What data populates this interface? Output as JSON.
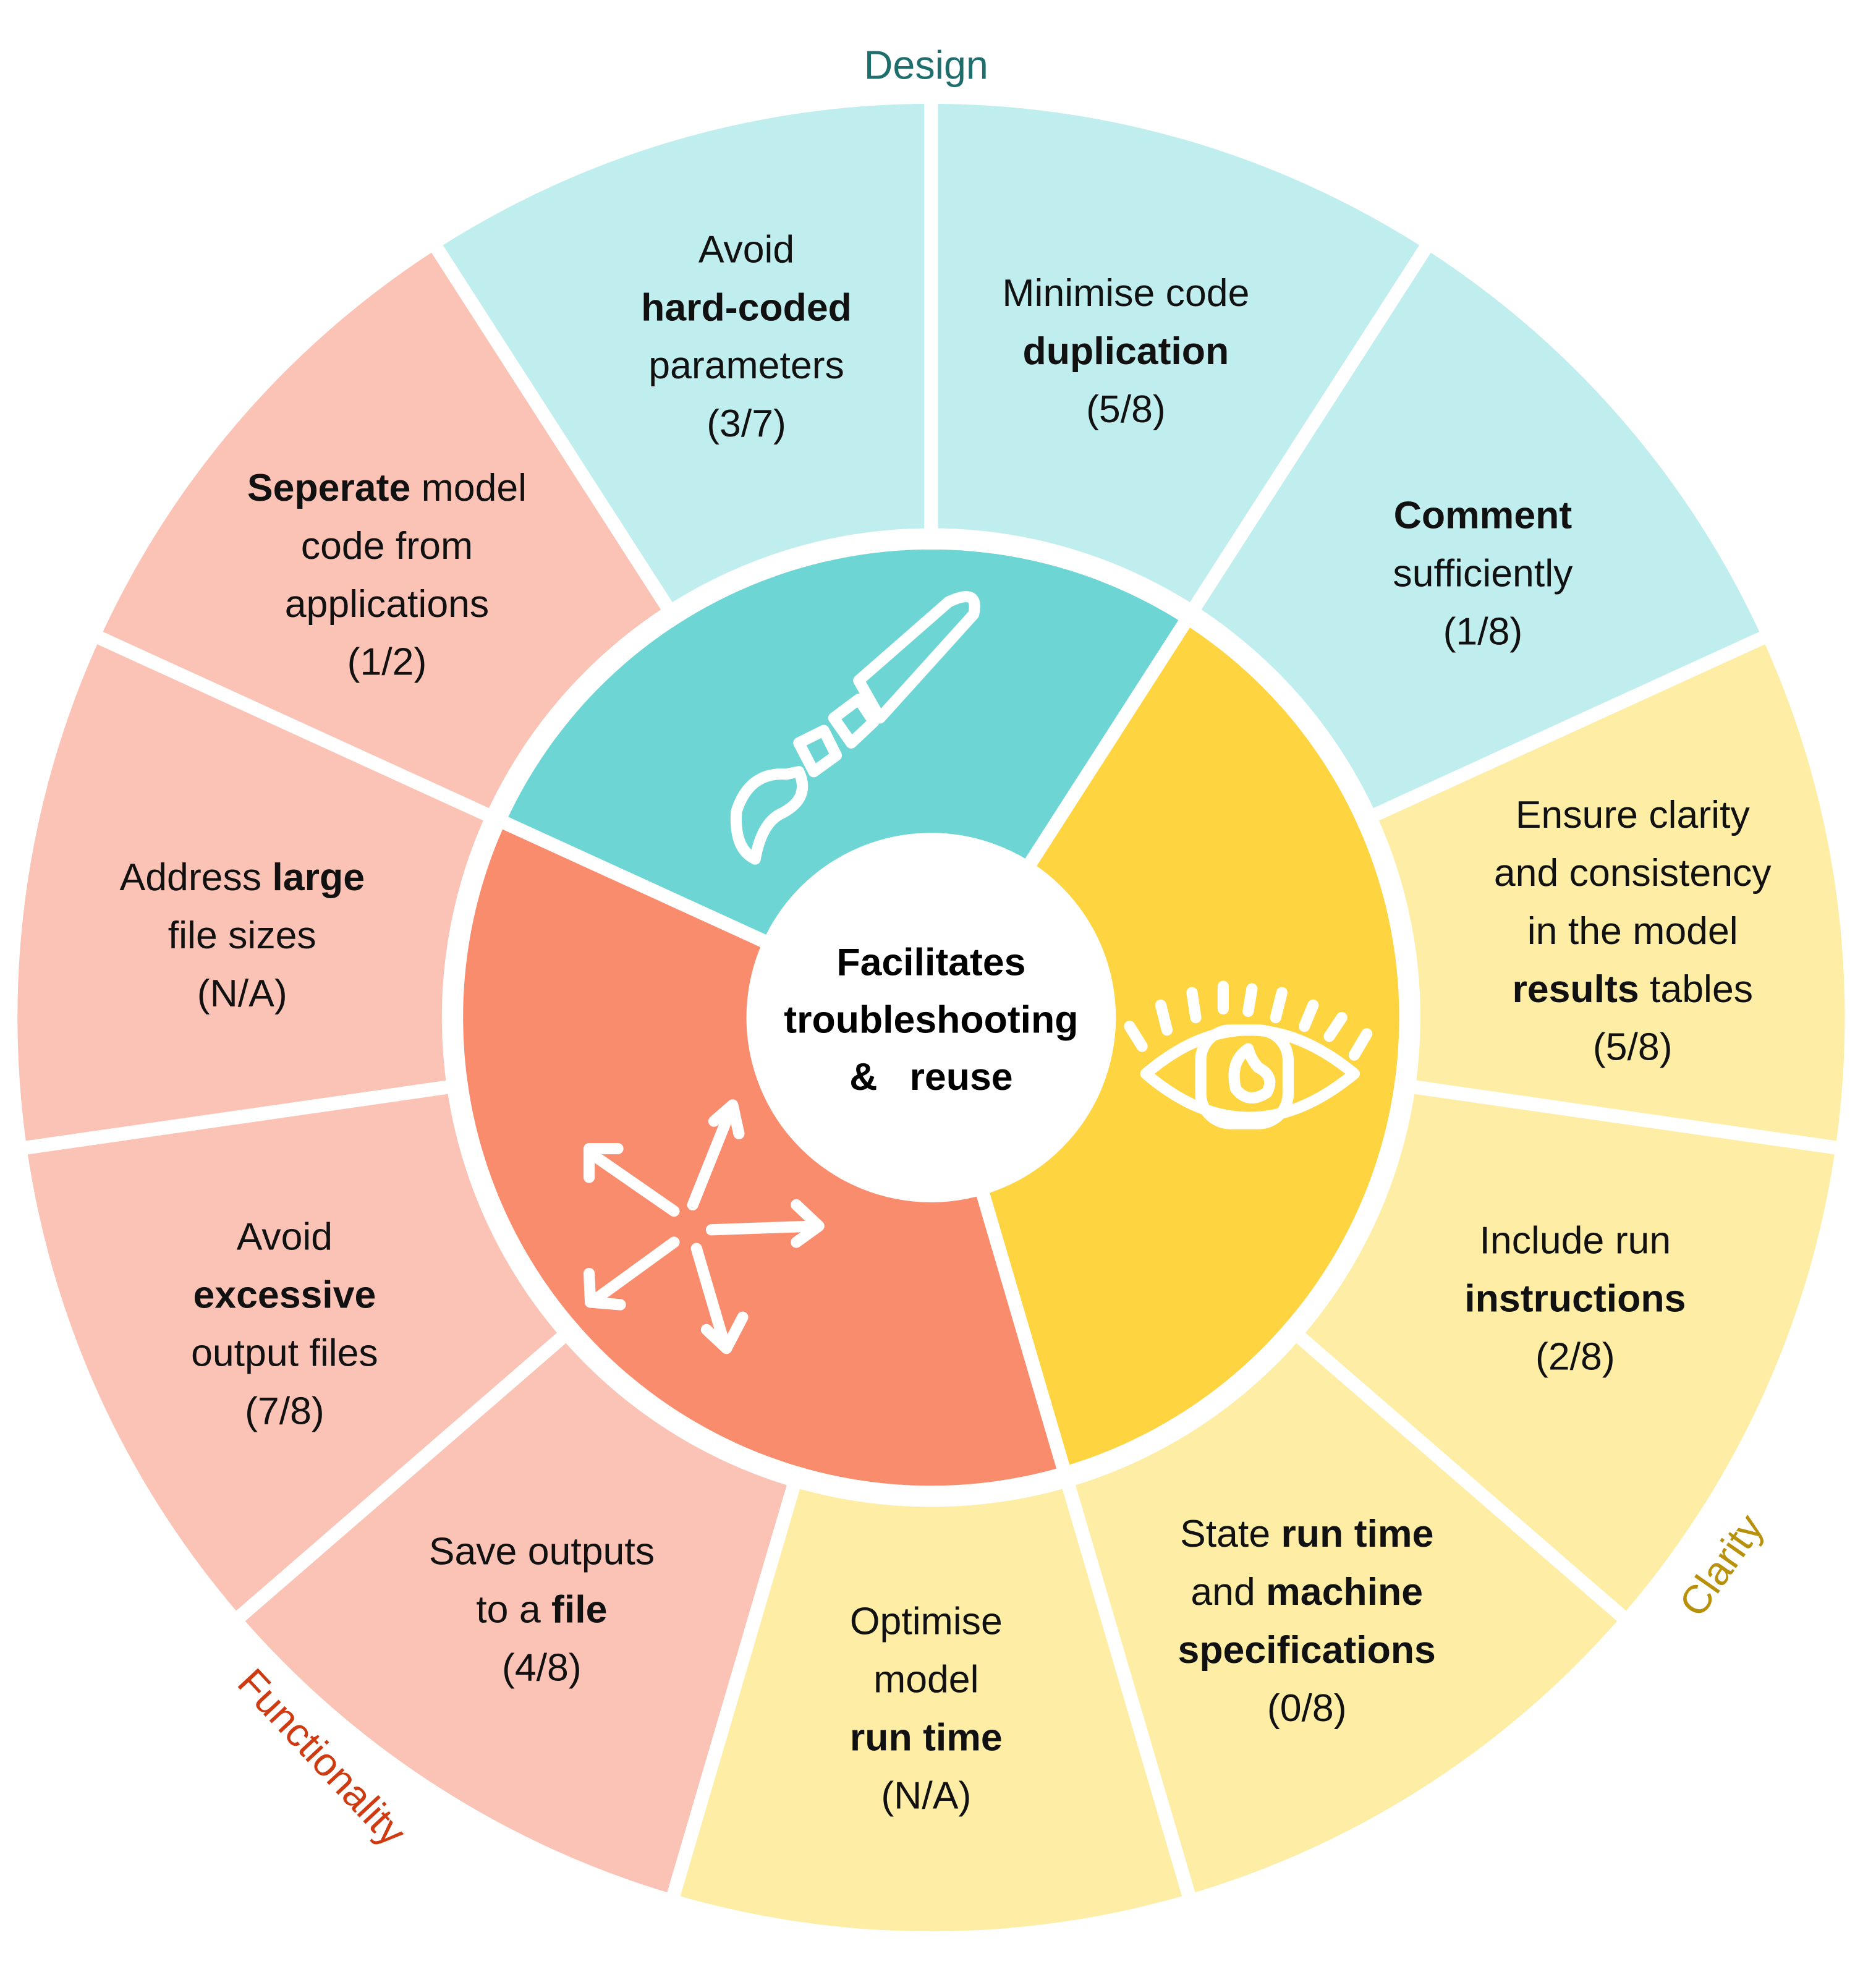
{
  "center_text": [
    "Facilitates",
    "troubleshooting",
    "&   reuse"
  ],
  "colors": {
    "design_light": "#C0EEEE",
    "design_dark": "#6ED5D5",
    "design_label": "#1E6E6E",
    "clarity_light": "#FDEDA5",
    "clarity_dark": "#FED440",
    "clarity_label": "#B8900A",
    "functionality_light": "#FBC3B5",
    "functionality_dark": "#FA8C6E",
    "functionality_label": "#D03A10"
  },
  "categories": [
    {
      "name": "Design",
      "icon": "paintbrush-icon"
    },
    {
      "name": "Clarity",
      "icon": "eye-icon"
    },
    {
      "name": "Functionality",
      "icon": "arrows-out-icon"
    }
  ],
  "items": [
    {
      "group": "design",
      "lines": [
        [
          {
            "t": "Avoid",
            "b": false
          }
        ],
        [
          {
            "t": "hard-coded",
            "b": true
          }
        ],
        [
          {
            "t": "parameters",
            "b": false
          }
        ],
        [
          {
            "t": "(3/7)",
            "b": false
          }
        ]
      ]
    },
    {
      "group": "design",
      "lines": [
        [
          {
            "t": "Minimise  code",
            "b": false
          }
        ],
        [
          {
            "t": "duplication",
            "b": true
          }
        ],
        [
          {
            "t": "(5/8)",
            "b": false
          }
        ]
      ]
    },
    {
      "group": "clarity",
      "lines": [
        [
          {
            "t": "Comment",
            "b": true
          }
        ],
        [
          {
            "t": "sufficiently",
            "b": false
          }
        ],
        [
          {
            "t": "(1/8)",
            "b": false
          }
        ]
      ]
    },
    {
      "group": "clarity",
      "lines": [
        [
          {
            "t": "Ensure  clarity",
            "b": false
          }
        ],
        [
          {
            "t": "and  consistency",
            "b": false
          }
        ],
        [
          {
            "t": "in  the  model",
            "b": false
          }
        ],
        [
          {
            "t": "results",
            "b": true
          },
          {
            "t": "  tables",
            "b": false
          }
        ],
        [
          {
            "t": "(5/8)",
            "b": false
          }
        ]
      ]
    },
    {
      "group": "clarity",
      "lines": [
        [
          {
            "t": "Include  run",
            "b": false
          }
        ],
        [
          {
            "t": "instructions",
            "b": true
          }
        ],
        [
          {
            "t": "(2/8)",
            "b": false
          }
        ]
      ]
    },
    {
      "group": "clarity",
      "lines": [
        [
          {
            "t": "State  ",
            "b": false
          },
          {
            "t": "run  time",
            "b": true
          }
        ],
        [
          {
            "t": "and  ",
            "b": false
          },
          {
            "t": "machine",
            "b": true
          }
        ],
        [
          {
            "t": "specifications",
            "b": true
          }
        ],
        [
          {
            "t": "(0/8)",
            "b": false
          }
        ]
      ]
    },
    {
      "group": "functionality",
      "lines": [
        [
          {
            "t": "Optimise",
            "b": false
          }
        ],
        [
          {
            "t": "model",
            "b": false
          }
        ],
        [
          {
            "t": "run  time",
            "b": true
          }
        ],
        [
          {
            "t": "(N/A)",
            "b": false
          }
        ]
      ]
    },
    {
      "group": "functionality",
      "lines": [
        [
          {
            "t": "Save  outputs",
            "b": false
          }
        ],
        [
          {
            "t": "to  a  ",
            "b": false
          },
          {
            "t": "file",
            "b": true
          }
        ],
        [
          {
            "t": "(4/8)",
            "b": false
          }
        ]
      ]
    },
    {
      "group": "functionality",
      "lines": [
        [
          {
            "t": "Avoid",
            "b": false
          }
        ],
        [
          {
            "t": "excessive",
            "b": true
          }
        ],
        [
          {
            "t": "output  files",
            "b": false
          }
        ],
        [
          {
            "t": "(7/8)",
            "b": false
          }
        ]
      ]
    },
    {
      "group": "functionality",
      "lines": [
        [
          {
            "t": "Address  ",
            "b": false
          },
          {
            "t": "large",
            "b": true
          }
        ],
        [
          {
            "t": "file  sizes",
            "b": false
          }
        ],
        [
          {
            "t": "(N/A)",
            "b": false
          }
        ]
      ]
    },
    {
      "group": "design",
      "lines": [
        [
          {
            "t": "Seperate",
            "b": true
          },
          {
            "t": "  model",
            "b": false
          }
        ],
        [
          {
            "t": "code  from",
            "b": false
          }
        ],
        [
          {
            "t": "applications",
            "b": false
          }
        ],
        [
          {
            "t": "(1/2)",
            "b": false
          }
        ]
      ]
    }
  ]
}
